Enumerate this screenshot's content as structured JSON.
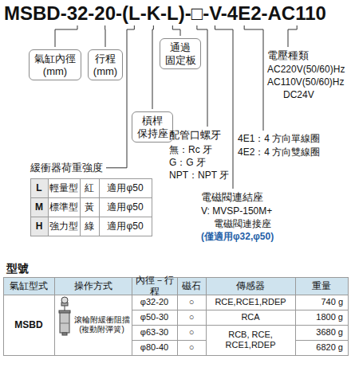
{
  "diagram": {
    "nodes": [
      {
        "text": [
          "氣缸內徑 (mm)"
        ]
      },
      {
        "text": [
          "行程 (mm)"
        ]
      },
      {
        "text": [
          "通過 固定板"
        ]
      },
      {
        "text": [
          "槓桿 保持座"
        ]
      }
    ],
    "labels": [
      "MSBD-32-20-(L-K-L)-□-V-4E2-AC110",
      "緩衝器荷重強度",
      "L",
      "輕量型",
      "紅",
      "適用φ50",
      "M",
      "標準型",
      "黃",
      "適用φ50",
      "H",
      "強力型",
      "綠",
      "適用φ50",
      "配管口螺牙",
      "無：Rc 牙",
      "G：G 牙",
      "NPT：NPT 牙",
      "電磁閥連結座",
      "V: MVSP-150M+",
      "電磁閥連接座",
      "(僅適用φ32,φ50)",
      "電壓種類",
      "AC220V(50/60)Hz",
      "AC110V(50/60)Hz",
      "DC24V",
      "4E1：4 方向單線圈",
      "4E2：4 方向雙線圈",
      "型號",
      "氣缸型式",
      "操作方式",
      "內徑－行程",
      "磁石",
      "傳感器",
      "重量",
      "MSBD",
      "滾輪附緩衝阻擋 (複動附彈簧)",
      "φ32-20",
      "○",
      "RCE,RCE1,RDEP",
      "740 g",
      "φ50-30",
      "○",
      "RCA",
      "1800 g",
      "φ63-30",
      "○",
      "RCB, RCE, RCE1,RDEP",
      "3680 g",
      "φ80-40",
      "○",
      "6820 g"
    ]
  }
}
